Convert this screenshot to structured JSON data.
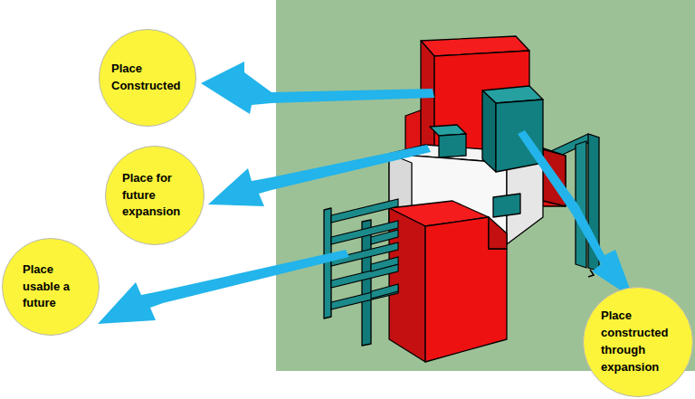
{
  "diagram": {
    "nodes": [
      {
        "text": [
          "Place Constructed"
        ]
      },
      {
        "text": [
          "Place for future expansion"
        ]
      },
      {
        "text": [
          "Place usable a future"
        ]
      },
      {
        "text": [
          "Place constructed through expansion"
        ]
      }
    ]
  }
}
